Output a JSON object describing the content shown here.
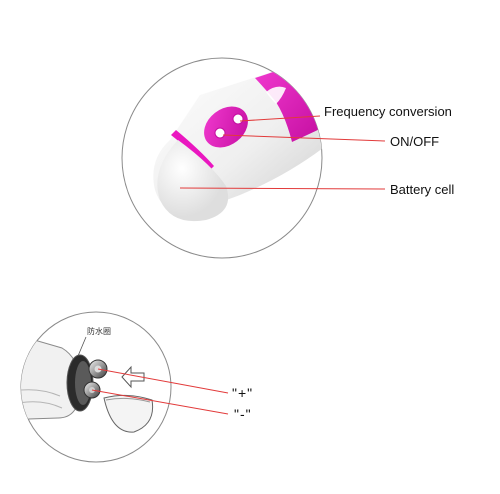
{
  "diagram": {
    "top": {
      "labels": {
        "frequency": "Frequency conversion",
        "onoff": "ON/OFF",
        "battery": "Battery cell"
      }
    },
    "bottom": {
      "labels": {
        "waterproof": "防水圈",
        "plus": "\"+\"",
        "minus": "\"-\""
      }
    },
    "colors": {
      "accent": "#ea17c0",
      "leader": "#e23a3a",
      "circle": "#8a8a8a",
      "body": "#f2f2f2"
    },
    "icons": {
      "insert_arrow": "arrow-left-icon"
    }
  }
}
